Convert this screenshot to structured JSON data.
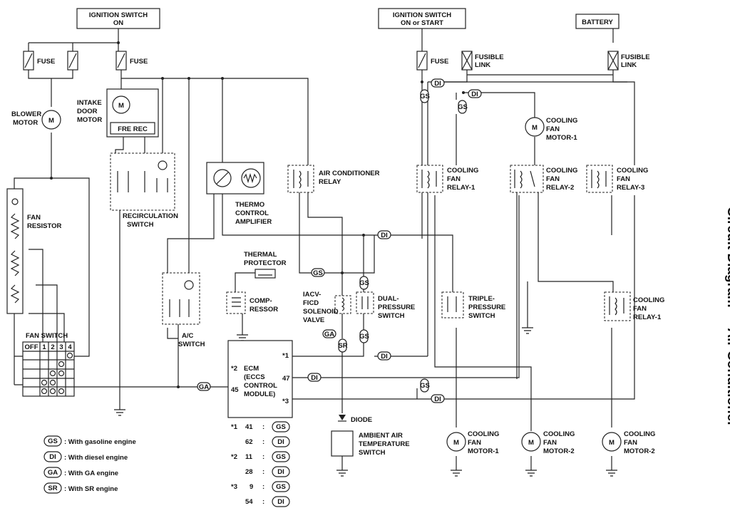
{
  "title": "Circuit Diagram — Air Conditioner",
  "labels": {
    "ign_on_1": "IGNITION SWITCH",
    "ign_on_2": "ON",
    "ign_start_1": "IGNITION SWITCH",
    "ign_start_2": "ON or START",
    "battery": "BATTERY",
    "fuse": "FUSE",
    "fusible_1": "FUSIBLE",
    "fusible_2": "LINK",
    "blower_1": "BLOWER",
    "blower_2": "MOTOR",
    "intake_1": "INTAKE",
    "intake_2": "DOOR",
    "intake_3": "MOTOR",
    "fre_rec": "FRE  REC",
    "fan_res_1": "FAN",
    "fan_res_2": "RESISTOR",
    "recirc_1": "RECIRCULATION",
    "recirc_2": "SWITCH",
    "thermo_1": "THERMO",
    "thermo_2": "CONTROL",
    "thermo_3": "AMPLIFIER",
    "ac_relay_1": "AIR CONDITIONER",
    "ac_relay_2": "RELAY",
    "thermal_1": "THERMAL",
    "thermal_2": "PROTECTOR",
    "comp_1": "COMP-",
    "comp_2": "RESSOR",
    "iacv_1": "IACV-",
    "iacv_2": "FICD",
    "iacv_3": "SOLENOID",
    "iacv_4": "VALVE",
    "dual_1": "DUAL-",
    "dual_2": "PRESSURE",
    "dual_3": "SWITCH",
    "triple_1": "TRIPLE-",
    "triple_2": "PRESSURE",
    "triple_3": "SWITCH",
    "acsw_1": "A/C",
    "acsw_2": "SWITCH",
    "fan_switch": "FAN SWITCH",
    "fs_off": "OFF",
    "fs_1": "1",
    "fs_2": "2",
    "fs_3": "3",
    "fs_4": "4",
    "ecm_1": "ECM",
    "ecm_2": "(ECCS",
    "ecm_3": "CONTROL",
    "ecm_4": "MODULE)",
    "ecm_p2": "*2",
    "ecm_p45": "45",
    "ecm_p1": "*1",
    "ecm_p47": "47",
    "ecm_p3": "*3",
    "diode": "DIODE",
    "amb_1": "AMBIENT AIR",
    "amb_2": "TEMPERATURE",
    "amb_3": "SWITCH",
    "cfr1_1": "COOLING",
    "cfr1_2": "FAN",
    "cfr1_3": "RELAY-1",
    "cfr2_3": "RELAY-2",
    "cfr3_3": "RELAY-3",
    "cfm1_3": "MOTOR-1",
    "cfm2_3": "MOTOR-2"
  },
  "tags": {
    "gs": "GS",
    "di": "DI",
    "ga": "GA",
    "sr": "SR"
  },
  "legend": [
    {
      "tag": "GS",
      "text": ": With gasoline engine"
    },
    {
      "tag": "DI",
      "text": ": With diesel engine"
    },
    {
      "tag": "GA",
      "text": ": With GA engine"
    },
    {
      "tag": "SR",
      "text": ": With SR engine"
    }
  ],
  "pin_table": [
    {
      "star": "*1",
      "pin": "41",
      "colon": ":",
      "tag": "GS"
    },
    {
      "star": "",
      "pin": "62",
      "colon": ":",
      "tag": "DI"
    },
    {
      "star": "*2",
      "pin": "11",
      "colon": ":",
      "tag": "GS"
    },
    {
      "star": "",
      "pin": "28",
      "colon": ":",
      "tag": "DI"
    },
    {
      "star": "*3",
      "pin": "9",
      "colon": ":",
      "tag": "GS"
    },
    {
      "star": "",
      "pin": "54",
      "colon": ":",
      "tag": "DI"
    }
  ]
}
